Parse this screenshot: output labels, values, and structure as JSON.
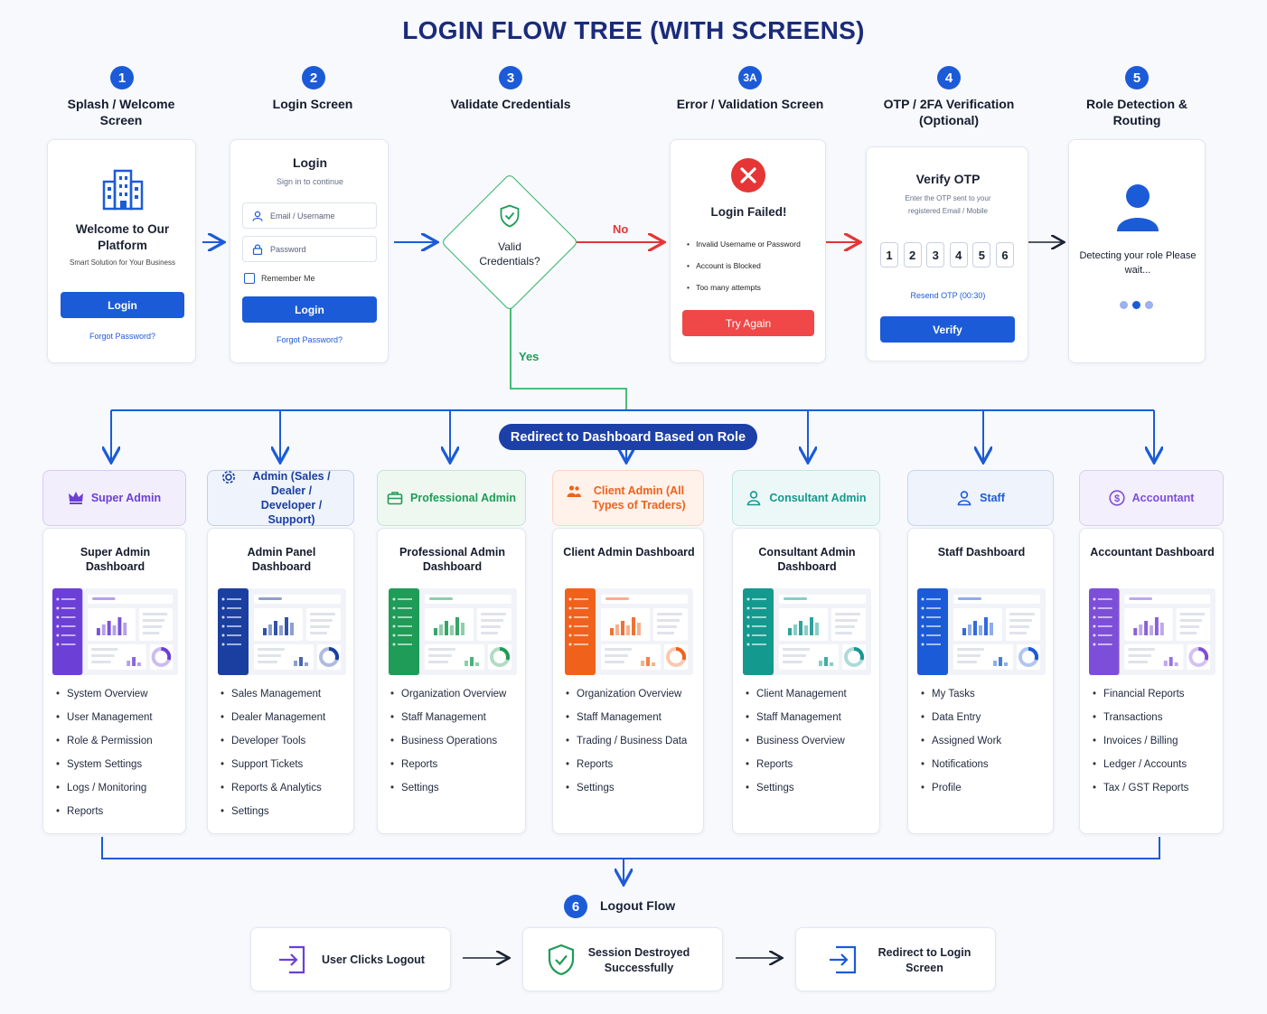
{
  "title": "LOGIN FLOW TREE (WITH SCREENS)",
  "steps": [
    {
      "num": "1",
      "label": "Splash / Welcome Screen"
    },
    {
      "num": "2",
      "label": "Login Screen"
    },
    {
      "num": "3",
      "label": "Validate Credentials"
    },
    {
      "num": "3A",
      "label": "Error / Validation Screen"
    },
    {
      "num": "4",
      "label": "OTP / 2FA Verification (Optional)"
    },
    {
      "num": "5",
      "label": "Role Detection & Routing"
    }
  ],
  "splash": {
    "welcome": "Welcome to Our Platform",
    "tagline": "Smart Solution for Your Business",
    "login_button": "Login",
    "forgot": "Forgot Password?"
  },
  "login": {
    "title": "Login",
    "subtitle": "Sign in to continue",
    "email_placeholder": "Email / Username",
    "password_placeholder": "Password",
    "remember": "Remember Me",
    "login_button": "Login",
    "forgot": "Forgot Password?"
  },
  "validate": {
    "question": "Valid Credentials?",
    "no": "No",
    "yes": "Yes"
  },
  "error": {
    "title": "Login Failed!",
    "items": [
      "Invalid Username or Password",
      "Account is Blocked",
      "Too many attempts"
    ],
    "button": "Try Again"
  },
  "otp": {
    "title": "Verify OTP",
    "desc": "Enter the OTP sent to your registered Email / Mobile",
    "digits": [
      "1",
      "2",
      "3",
      "4",
      "5",
      "6"
    ],
    "resend": "Resend OTP (00:30)",
    "button": "Verify"
  },
  "role_detect": {
    "text": "Detecting your role Please wait..."
  },
  "redirect_label": "Redirect to Dashboard Based on Role",
  "roles": [
    {
      "name": "Super Admin",
      "icon": "crown-icon",
      "color": "#6c3fd6",
      "bg": "#f2eefc",
      "dashboard": "Super Admin Dashboard",
      "items": [
        "System Overview",
        "User Management",
        "Role & Permission",
        "System Settings",
        "Logs / Monitoring",
        "Reports"
      ]
    },
    {
      "name": "Admin (Sales / Dealer / Developer / Support)",
      "icon": "gear-icon",
      "color": "#1b3fa0",
      "bg": "#eef3fc",
      "dashboard": "Admin Panel Dashboard",
      "items": [
        "Sales Management",
        "Dealer Management",
        "Developer Tools",
        "Support Tickets",
        "Reports & Analytics",
        "Settings"
      ]
    },
    {
      "name": "Professional Admin",
      "icon": "briefcase-icon",
      "color": "#1f9c57",
      "bg": "#eef8f1",
      "dashboard": "Professional Admin Dashboard",
      "items": [
        "Organization Overview",
        "Staff Management",
        "Business Operations",
        "Reports",
        "Settings"
      ]
    },
    {
      "name": "Client Admin (All Types of Traders)",
      "icon": "users-icon",
      "color": "#f0621c",
      "bg": "#fff2ea",
      "dashboard": "Client Admin Dashboard",
      "items": [
        "Organization Overview",
        "Staff Management",
        "Trading / Business Data",
        "Reports",
        "Settings"
      ]
    },
    {
      "name": "Consultant Admin",
      "icon": "user-icon",
      "color": "#14998f",
      "bg": "#ecf8f7",
      "dashboard": "Consultant Admin Dashboard",
      "items": [
        "Client Management",
        "Staff Management",
        "Business Overview",
        "Reports",
        "Settings"
      ]
    },
    {
      "name": "Staff",
      "icon": "user-icon",
      "color": "#1c5bd8",
      "bg": "#eef3fc",
      "dashboard": "Staff Dashboard",
      "items": [
        "My Tasks",
        "Data Entry",
        "Assigned Work",
        "Notifications",
        "Profile"
      ]
    },
    {
      "name": "Accountant",
      "icon": "dollar-icon",
      "color": "#7d4fd8",
      "bg": "#f3effc",
      "dashboard": "Accountant Dashboard",
      "items": [
        "Financial Reports",
        "Transactions",
        "Invoices / Billing",
        "Ledger / Accounts",
        "Tax / GST Reports"
      ]
    }
  ],
  "logout": {
    "num": "6",
    "title": "Logout Flow",
    "steps": [
      {
        "label": "User Clicks Logout",
        "icon": "logout-icon",
        "color": "#6c3fd6"
      },
      {
        "label": "Session Destroyed Successfully",
        "icon": "shield-check-icon",
        "color": "#1f9c57"
      },
      {
        "label": "Redirect to Login Screen",
        "icon": "login-icon",
        "color": "#1c5bd8"
      }
    ]
  }
}
